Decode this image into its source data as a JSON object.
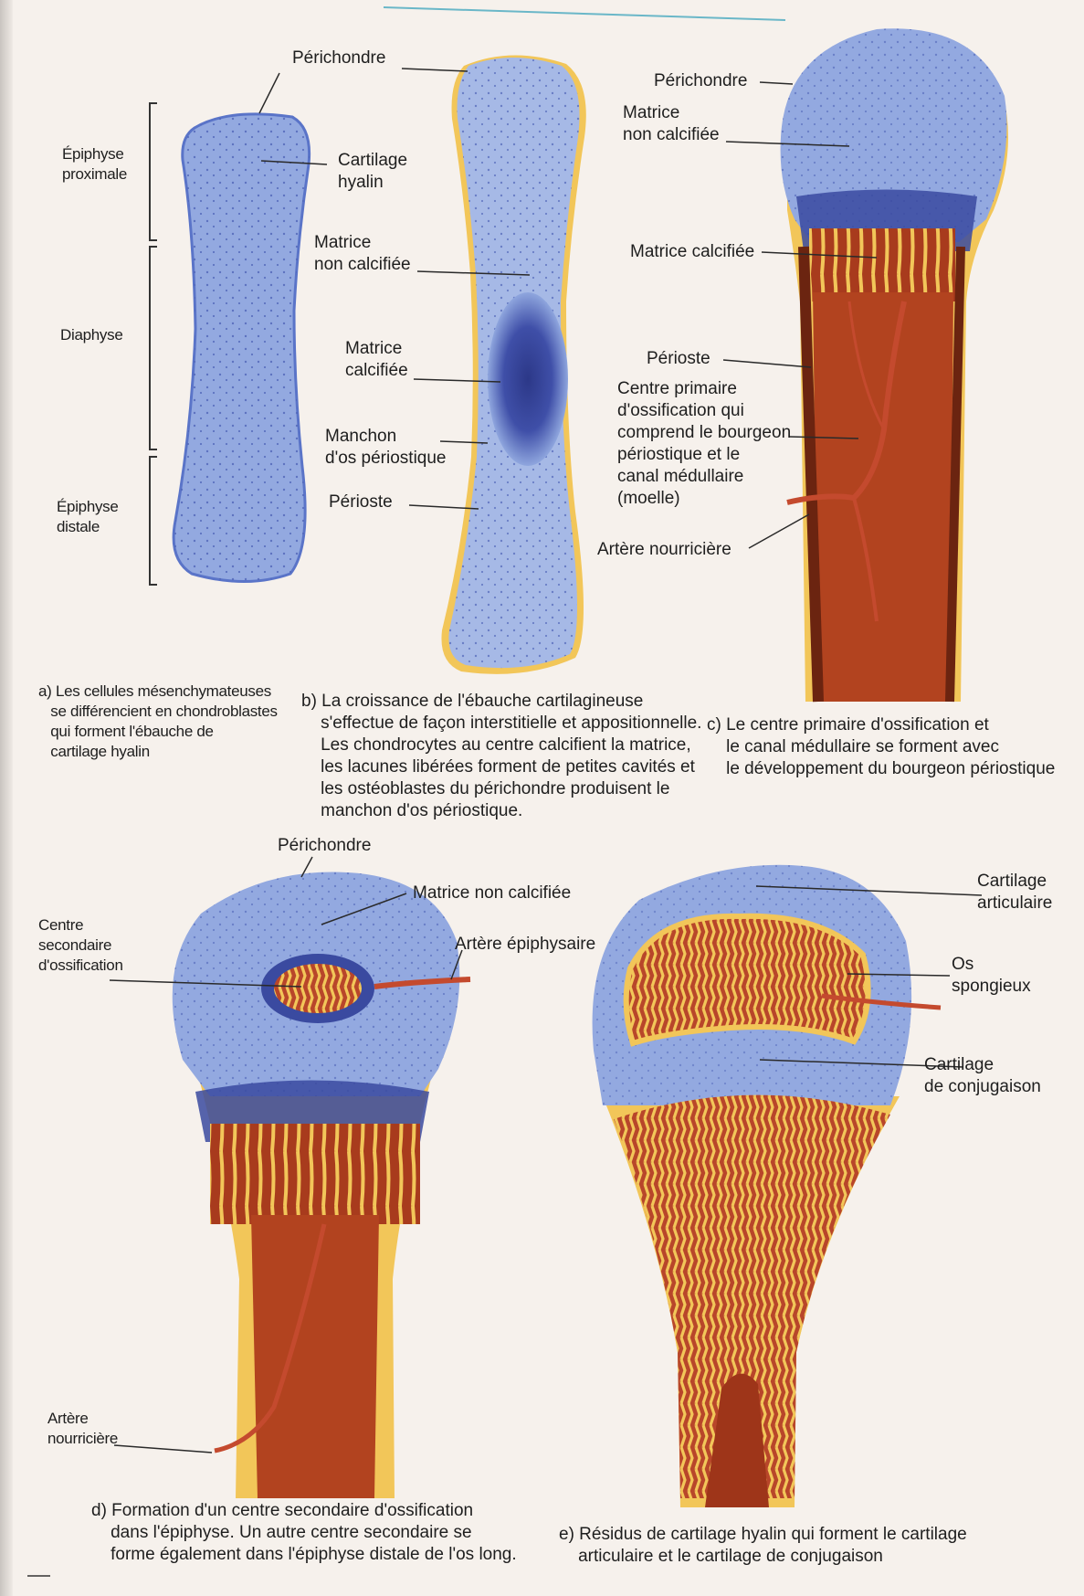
{
  "colors": {
    "cartilage": "#8fa6de",
    "cartilage_dark": "#5f7bd0",
    "matrix_calcified": "#3f4fa8",
    "bone_yellow": "#f2c659",
    "marrow": "#b2431f",
    "artery": "#c44a2e",
    "page": "#f6f1ec"
  },
  "panel_a": {
    "labels": {
      "perichondre": "Périchondre",
      "cartilage_hyalin": "Cartilage\nhyalin",
      "epiphyse_proximale": "Épiphyse\nproximale",
      "diaphyse": "Diaphyse",
      "epiphyse_distale": "Épiphyse\ndistale"
    },
    "caption": "a) Les cellules mésenchymateuses\n   se différencient en chondroblastes\n   qui forment l'ébauche de\n   cartilage hyalin"
  },
  "panel_b": {
    "labels": {
      "matrice_non_calcifiee": "Matrice\nnon calcifiée",
      "matrice_calcifiee": "Matrice\ncalcifiée",
      "manchon": "Manchon\nd'os périostique",
      "perioste": "Périoste"
    },
    "caption": "b) La croissance de l'ébauche cartilagineuse\n    s'effectue de façon interstitielle et appositionnelle.\n    Les chondrocytes au centre calcifient la matrice,\n    les lacunes libérées forment de petites cavités et\n    les ostéoblastes du périchondre produisent le\n    manchon d'os périostique."
  },
  "panel_c": {
    "labels": {
      "perichondre": "Périchondre",
      "matrice_non_calcifiee": "Matrice\nnon calcifiée",
      "matrice_calcifiee": "Matrice calcifiée",
      "perioste": "Périoste",
      "centre_primaire": "Centre primaire\nd'ossification qui\ncomprend le bourgeon\npériostique et le\ncanal médullaire\n(moelle)",
      "artere_nourriciere": "Artère nourricière"
    },
    "caption": "c) Le centre primaire d'ossification et\n    le canal médullaire se forment avec\n    le développement du bourgeon périostique"
  },
  "panel_d": {
    "labels": {
      "perichondre": "Périchondre",
      "matrice_non_calcifiee": "Matrice non calcifiée",
      "artere_epiphysaire": "Artère épiphysaire",
      "centre_secondaire": "Centre\nsecondaire\nd'ossification",
      "artere_nourriciere": "Artère\nnourricière"
    },
    "caption": "d) Formation d'un centre secondaire d'ossification\n    dans l'épiphyse. Un autre centre secondaire se\n    forme également dans l'épiphyse distale de l'os long."
  },
  "panel_e": {
    "labels": {
      "cartilage_articulaire": "Cartilage\narticulaire",
      "os_spongieux": "Os\nspongieux",
      "cartilage_conjugaison": "Cartilage\nde conjugaison"
    },
    "caption": "e) Résidus de cartilage hyalin qui forment le cartilage\n    articulaire et le cartilage de conjugaison"
  }
}
